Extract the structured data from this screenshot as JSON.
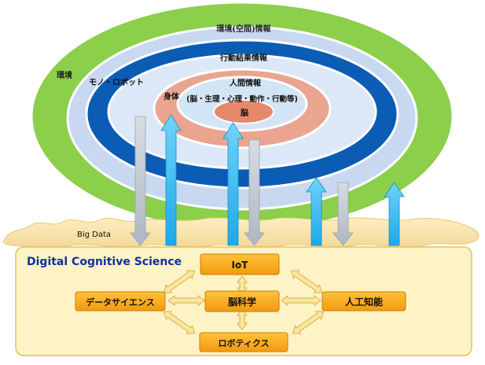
{
  "rings": {
    "outer_label": "環境",
    "outer_top_label": "環境(空間)情報",
    "robot_label": "モノ・ロボット",
    "action_label": "行動結果情報",
    "human_label": "人間情報",
    "body_label": "身体",
    "body_detail": "(脳・生理・心理・動作・行動等)",
    "brain_label": "脳"
  },
  "bigdata": {
    "label": "Big Data"
  },
  "panel": {
    "title": "Digital Cognitive Science",
    "boxes": {
      "iot": "IoT",
      "brain_science": "脳科学",
      "data_science": "データサイエンス",
      "ai": "人工知能",
      "robotics": "ロボティクス"
    }
  },
  "colors": {
    "green": "#8ccf4a",
    "light_blue": "#c8d8f0",
    "dark_blue": "#0a5cb4",
    "salmon": "#e9a590",
    "pale_blue": "#d3e4f7",
    "brain": "#e6896b",
    "panel_fill": "#fdf3c4",
    "panel_border": "#e6c15a",
    "box_fill": "#ffb01f",
    "arrow_up": "#2ab6ef",
    "arrow_down": "#c6cdd6",
    "panel_title": "#1030a0"
  }
}
